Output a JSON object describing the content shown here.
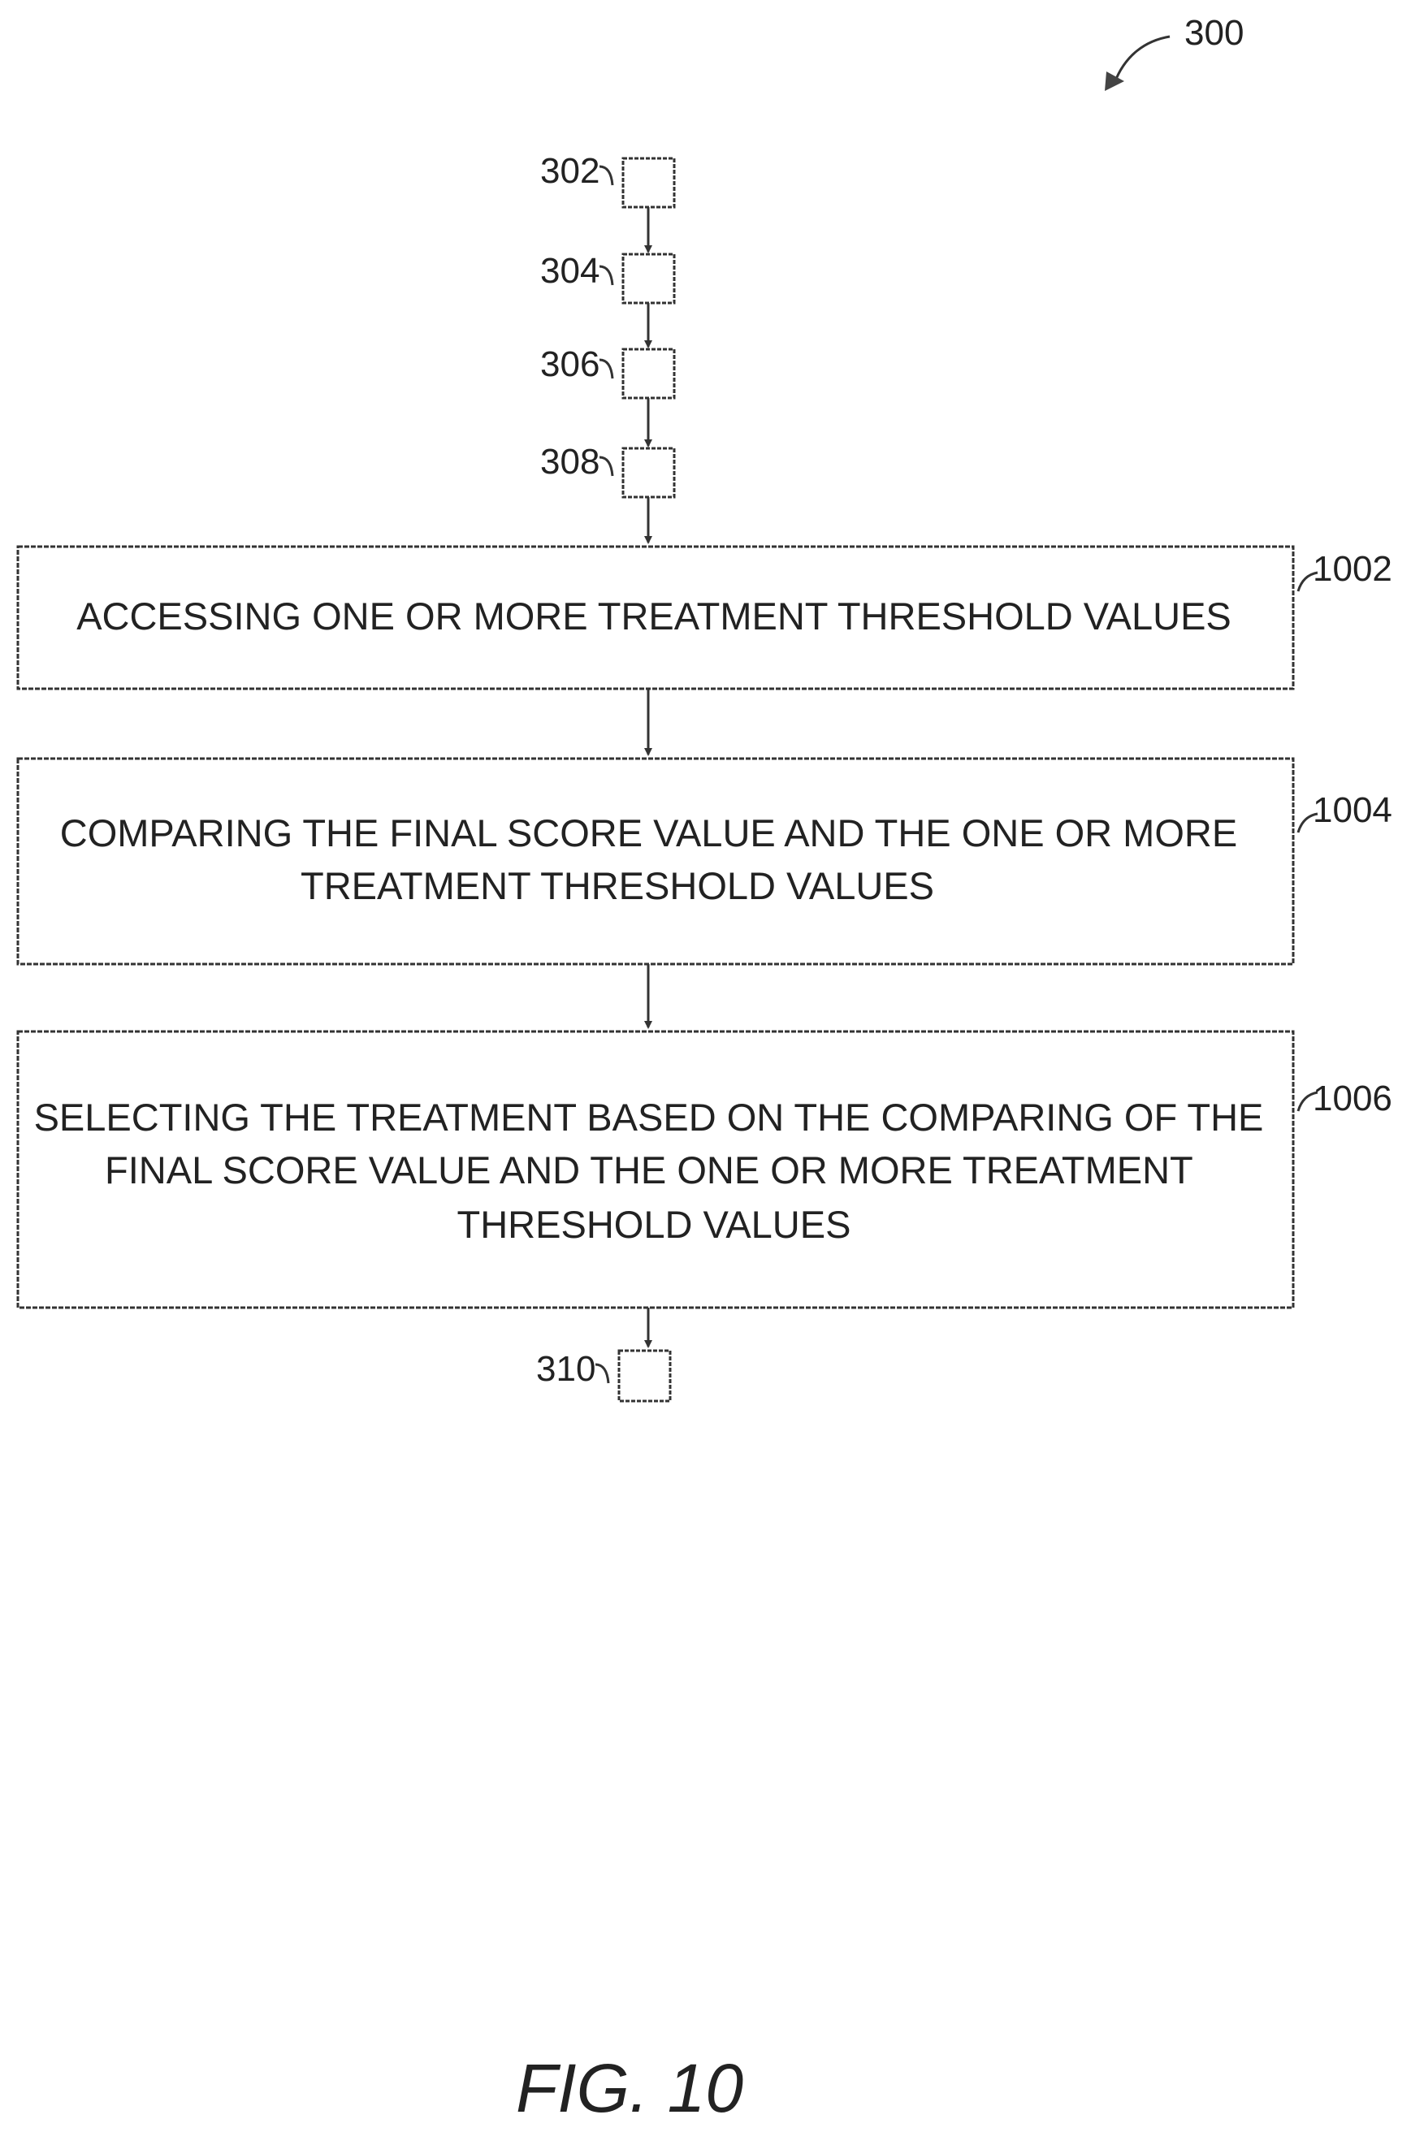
{
  "figure": {
    "ref_number": "300",
    "caption": "FIG. 10"
  },
  "steps": {
    "s302": {
      "ref": "302"
    },
    "s304": {
      "ref": "304"
    },
    "s306": {
      "ref": "306"
    },
    "s308": {
      "ref": "308"
    },
    "s310": {
      "ref": "310"
    }
  },
  "boxes": {
    "b1002": {
      "ref": "1002",
      "lines": [
        "ACCESSING ONE OR MORE TREATMENT THRESHOLD VALUES"
      ]
    },
    "b1004": {
      "ref": "1004",
      "lines": [
        "COMPARING THE FINAL SCORE VALUE AND THE ONE OR MORE",
        "TREATMENT THRESHOLD VALUES"
      ]
    },
    "b1006": {
      "ref": "1006",
      "lines": [
        "SELECTING THE TREATMENT BASED ON THE COMPARING OF THE",
        "FINAL SCORE VALUE AND THE ONE OR MORE TREATMENT",
        "THRESHOLD VALUES"
      ]
    }
  }
}
